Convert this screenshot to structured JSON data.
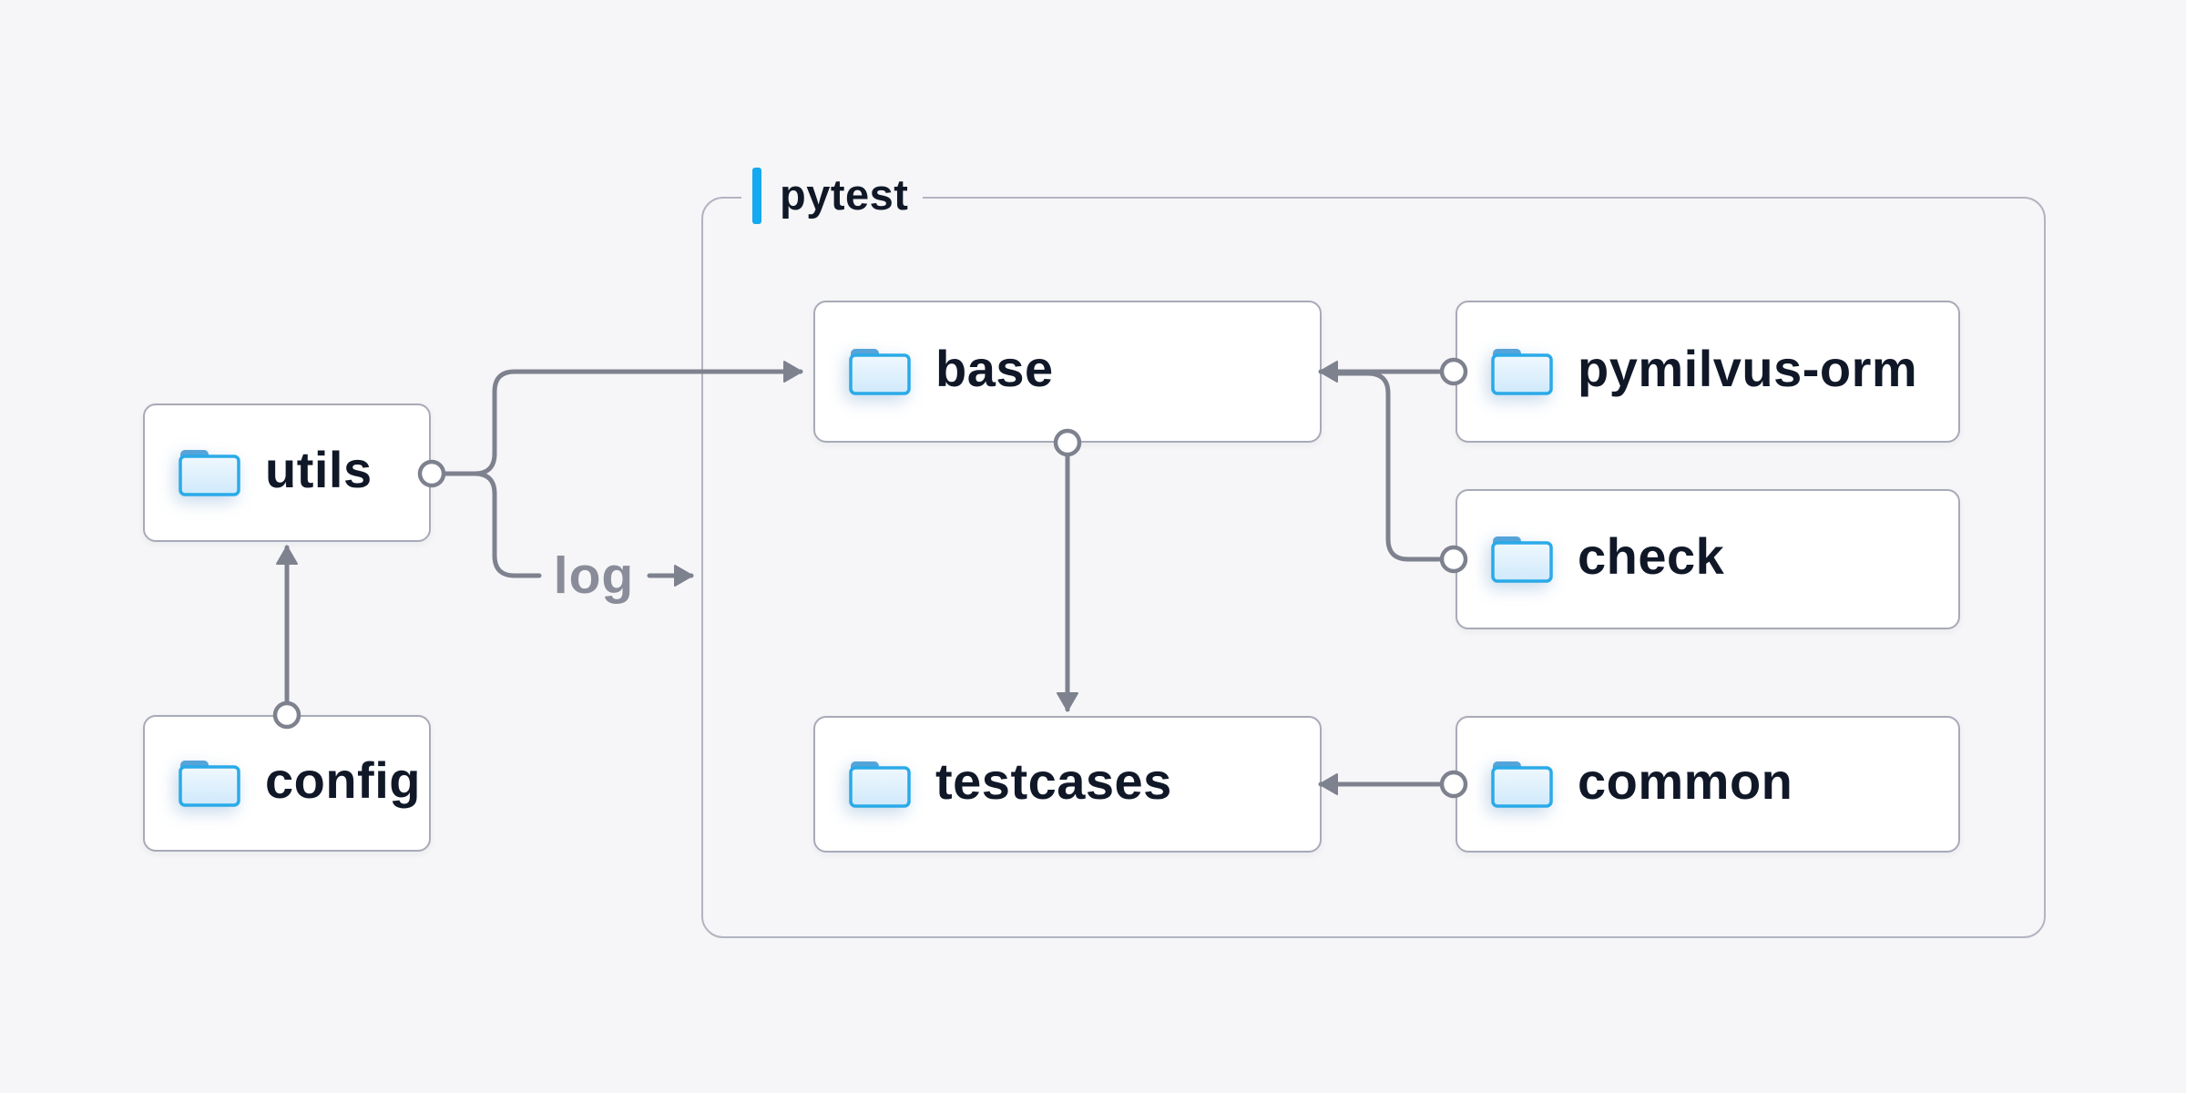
{
  "diagram": {
    "group": {
      "label": "pytest"
    },
    "nodes": {
      "utils": {
        "label": "utils"
      },
      "config": {
        "label": "config"
      },
      "base": {
        "label": "base"
      },
      "pymilvus_orm": {
        "label": "pymilvus-orm"
      },
      "check": {
        "label": "check"
      },
      "testcases": {
        "label": "testcases"
      },
      "common": {
        "label": "common"
      }
    },
    "edge_labels": {
      "log": "log"
    },
    "edges": [
      {
        "from": "config",
        "to": "utils"
      },
      {
        "from": "utils",
        "to": "base"
      },
      {
        "from": "utils",
        "to": "log-label"
      },
      {
        "from": "pymilvus_orm",
        "to": "base"
      },
      {
        "from": "check",
        "to": "base"
      },
      {
        "from": "base",
        "to": "testcases"
      },
      {
        "from": "common",
        "to": "testcases"
      }
    ]
  },
  "colors": {
    "bg": "#f6f6f8",
    "node-bg": "#ffffff",
    "node-border": "#a8aab8",
    "group-border": "#b3b4c1",
    "edge": "#7e818e",
    "edge-label": "#8a8d99",
    "text": "#101828",
    "accent": "#14a9f0",
    "folder-stroke": "#2aaae8",
    "folder-tab": "#55a4d9",
    "folder-fill-top": "#eff8fe",
    "folder-fill-bottom": "#cfe9fb"
  }
}
